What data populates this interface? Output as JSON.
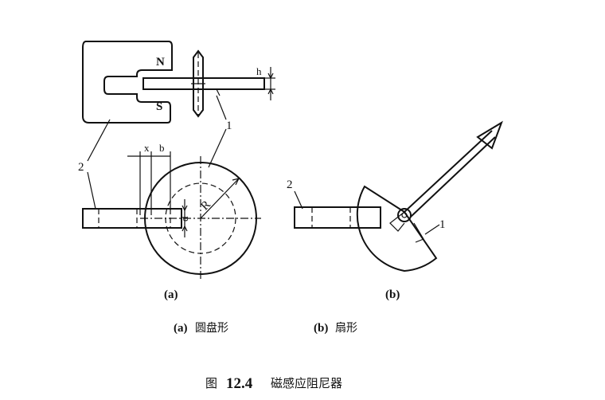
{
  "labels": {
    "magnet_n": "N",
    "magnet_s": "S",
    "dim_h": "h",
    "dim_x": "x",
    "dim_b": "b",
    "dim_d": "d",
    "dim_r": "R",
    "part_1_a": "1",
    "part_2_a": "2",
    "part_1_b": "1",
    "part_2_b": "2",
    "sub_a": "(a)",
    "sub_b": "(b)"
  },
  "captions": {
    "sub_a_prefix": "(a)",
    "sub_a_text": "圆盘形",
    "sub_b_prefix": "(b)",
    "sub_b_text": "扇形",
    "figure_prefix": "图",
    "figure_number": "12.4",
    "figure_title": "磁感应阻尼器"
  }
}
